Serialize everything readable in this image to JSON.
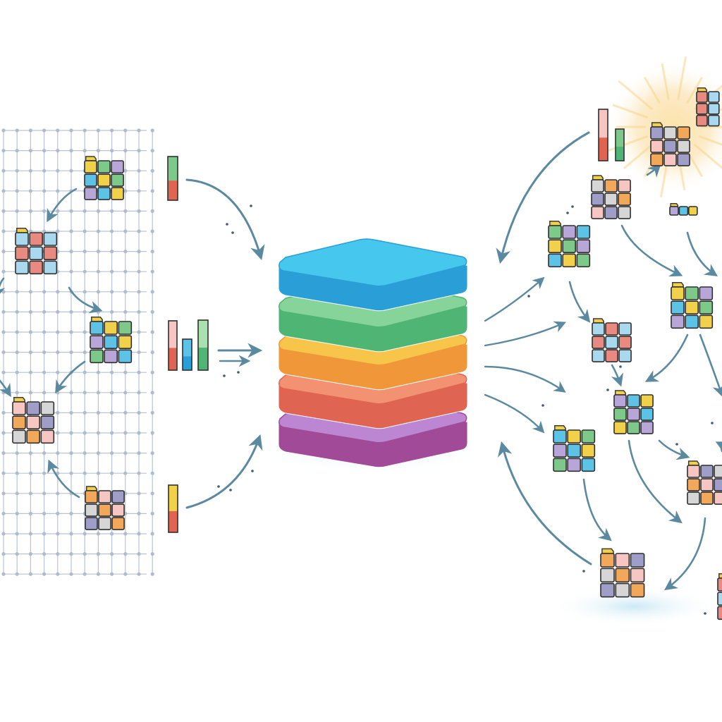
{
  "diagram": {
    "layer_colors": [
      {
        "name": "blue",
        "top": "#46c8ee",
        "side": "#2a9ed6"
      },
      {
        "name": "green",
        "top": "#86d49a",
        "side": "#4fb574"
      },
      {
        "name": "yellow",
        "top": "#f7c54a",
        "side": "#f0973a"
      },
      {
        "name": "orange",
        "top": "#f39272",
        "side": "#e06452"
      },
      {
        "name": "purple",
        "top": "#bd86d2",
        "side": "#a04a98"
      }
    ],
    "tile_palette": [
      "#f2d14a",
      "#5cc3e6",
      "#e98a80",
      "#7cc98a",
      "#b8a6d8",
      "#f2a85a",
      "#d6d6d6",
      "#a9d9ee",
      "#f6c6c2",
      "#9e9ec8"
    ],
    "arrow_color": "#5b8aa0",
    "grid_color": "#b8c4d2",
    "glow_color": "#f7d58a"
  }
}
